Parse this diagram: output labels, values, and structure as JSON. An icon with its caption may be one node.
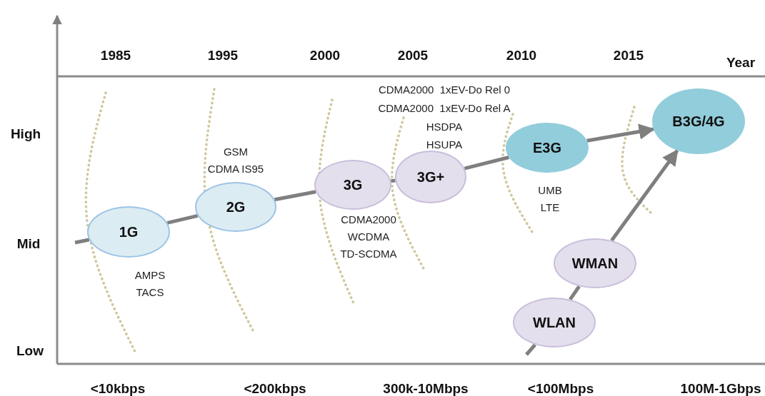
{
  "diagram": {
    "nodes": [
      {
        "text": [
          "1G"
        ],
        "beside": [
          "AMPS",
          "TACS"
        ]
      },
      {
        "text": [
          "2G"
        ],
        "beside": [
          "GSM",
          "CDMA IS95"
        ]
      },
      {
        "text": [
          "3G"
        ],
        "beside": [
          "CDMA2000",
          "WCDMA",
          "TD-SCDMA"
        ]
      },
      {
        "text": [
          "3G+"
        ]
      },
      {
        "text": [
          "E3G"
        ],
        "beside": [
          "UMB",
          "LTE"
        ]
      },
      {
        "text": [
          "B3G/4G"
        ]
      },
      {
        "text": [
          "WMAN"
        ]
      },
      {
        "text": [
          "WLAN"
        ]
      }
    ],
    "edges": [
      {
        "from": null,
        "to": 0,
        "arrow": "none"
      },
      {
        "from": 0,
        "to": 1,
        "arrow": "none"
      },
      {
        "from": 1,
        "to": 2,
        "arrow": "none"
      },
      {
        "from": 2,
        "to": 3,
        "arrow": "none"
      },
      {
        "from": 3,
        "to": 4,
        "arrow": "none"
      },
      {
        "from": 4,
        "to": 5,
        "arrow": "to"
      },
      {
        "from": null,
        "to": 7,
        "arrow": "none"
      },
      {
        "from": 7,
        "to": 6,
        "arrow": "none"
      },
      {
        "from": 6,
        "to": 5,
        "arrow": "to"
      }
    ],
    "labels": [
      "CDMA2000  1xEV-Do Rel 0",
      "CDMA2000  1xEV-Do Rel A",
      "HSDPA",
      "HSUPA",
      "1985",
      "1995",
      "2000",
      "2005",
      "2010",
      "2015",
      "Year",
      "High",
      "Mid",
      "Low",
      "<10kbps",
      "<200kbps",
      "300k-10Mbps",
      "<100Mbps",
      "100M-1Gbps"
    ]
  }
}
